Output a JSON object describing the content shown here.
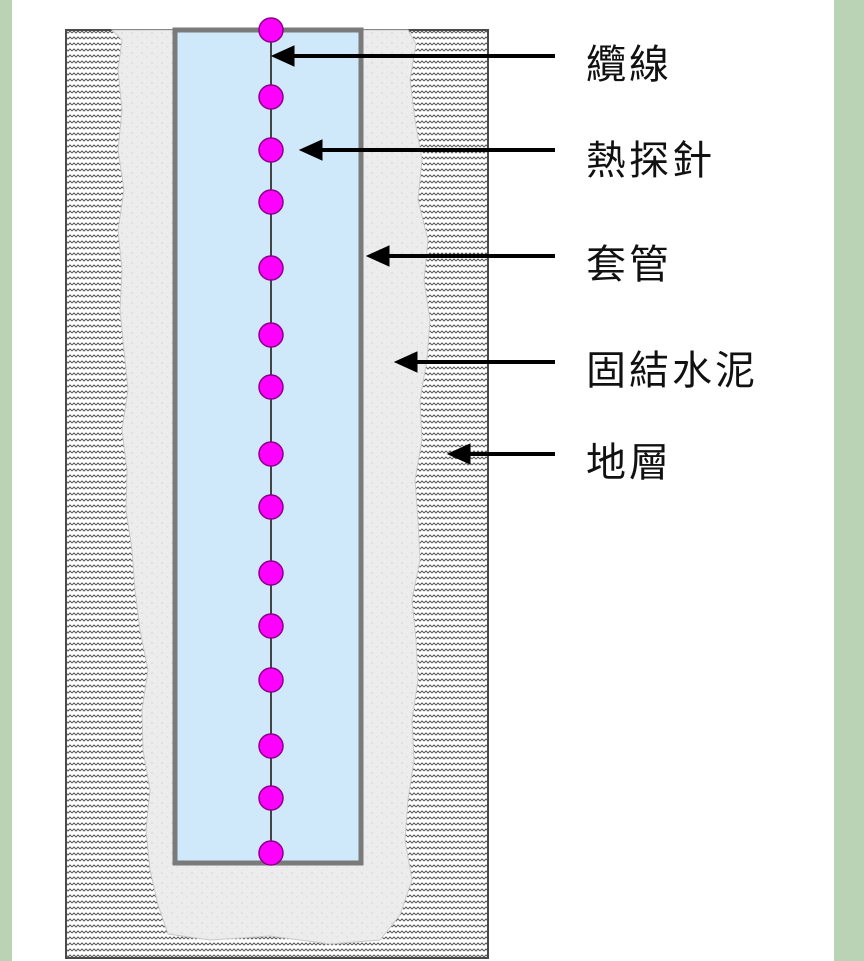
{
  "labels": {
    "cable": "纜線",
    "probe": "熱探針",
    "casing": "套管",
    "cement": "固結水泥",
    "formation": "地層"
  },
  "colors": {
    "background": "#b9d3b4",
    "formation_hatch": "#5a5a5a",
    "cement": "#ececec",
    "casing_fill": "#cfe9fb",
    "casing_stroke": "#7a7a7a",
    "probe_fill": "#ff00ff",
    "probe_stroke": "#8a008a",
    "arrow": "#000000"
  },
  "probe_count": 15
}
